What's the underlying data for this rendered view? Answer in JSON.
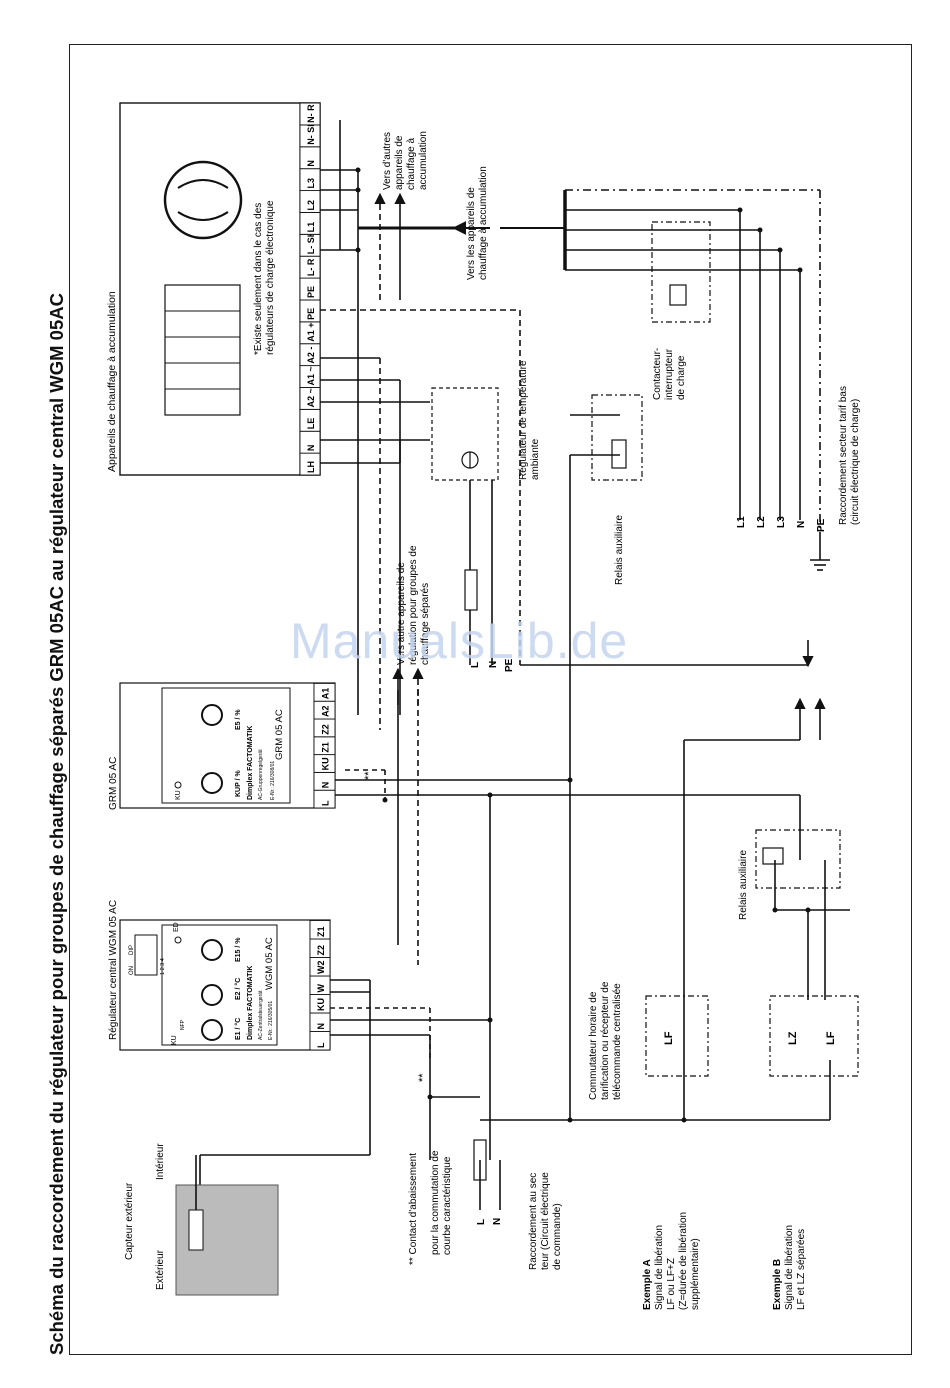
{
  "title": "Schéma du raccordement du régulateur pour groupes de chauffage séparés GRM 05AC au régulateur central WGM 05AC",
  "watermark": "ManualsLib.de",
  "heater": {
    "title": "Appareils de chauffage à accumulation",
    "footnote_line1": "*Existe seulement dans le cas des",
    "footnote_line2": "régulateurs de charge électronique",
    "terminals": [
      "LH",
      "N",
      "LE",
      "A2 ~",
      "A1 ~",
      "A2 -",
      "A1 +",
      "PE",
      "PE",
      "L- R",
      "L- SH",
      "L1",
      "L2",
      "L3",
      "N",
      "N- SH",
      "N- R"
    ]
  },
  "labels": {
    "vers_autres_1": "Vers d'autres",
    "vers_autres_2": "appareils de",
    "vers_autres_3": "chauffage à",
    "vers_autres_4": "accumulation",
    "vers_appareils_1": "Vers les appareils de",
    "vers_appareils_2": "chauffage à accumulation",
    "regulateur_temp_1": "Régulateur de température",
    "regulateur_temp_2": "ambiante",
    "contacteur_1": "Contacteur-",
    "contacteur_2": "interrupteur",
    "contacteur_3": "de charge",
    "relais_aux": "Relais auxiliaire",
    "relais_aux_2": "Relais auxiliaire",
    "raccordement_1": "Raccordement secteur tarif bas",
    "raccordement_2": "(circuit électrique de charge)",
    "vers_autre_reg_1": "Vers autre appareils de",
    "vers_autre_reg_2": "régulation pour groupes de",
    "vers_autre_reg_3": "chauffage séparés",
    "grm_label": "GRM 05 AC",
    "wgm_label": "Régulateur central WGM 05 AC",
    "commutateur_1": "Commutateur horaire de",
    "commutateur_2": "tarification ou récepteur de",
    "commutateur_3": "télécommande centralisée",
    "contact_1": "** Contact d'abaissement",
    "contact_2": "pour la commutation de",
    "contact_3": "courbe caractéristique",
    "sec_1": "Raccordement au sec",
    "sec_2": "teur (Circuit électrique",
    "sec_3": "de commande)",
    "capteur": "Capteur extérieur",
    "exterieur": "Extérieur",
    "interieur": "Intérieur",
    "exA_title": "Exemple A",
    "exA_1": "Signal de libération",
    "exA_2": "LF ou LF+Z",
    "exA_3": "(Z=durée de libération",
    "exA_4": "supplémentaire)",
    "exB_title": "Exemple B",
    "exB_1": "Signal de libération",
    "exB_2": "LF et LZ séparées",
    "lf": "LF",
    "lz": "LZ",
    "lf_b": "LF",
    "L": "L",
    "N": "N",
    "L_mid": "L",
    "N_mid": "N",
    "PE_mid": "PE",
    "mains": [
      "L1",
      "L2",
      "L3",
      "N",
      "PE"
    ],
    "star2": "**",
    "star2b": "**"
  },
  "grm": {
    "brand": "Dimplex FACTOMATIK",
    "subtitle": "AC-Gruppenregelgerät",
    "enr": "E-Nr.: 216/308/01",
    "model": "GRM 05 AC",
    "knob1": "KUP / %",
    "knob2": "E5 / %",
    "ku": "KU",
    "terminals": [
      "L",
      "N",
      "KU",
      "Z1",
      "Z2",
      "A2",
      "A1"
    ]
  },
  "wgm": {
    "brand": "Dimplex FACTOMATIK",
    "subtitle": "AC-Zentralsteuergerät",
    "enr": "E-Nr.: 216/305/01",
    "model": "WGM 05 AC",
    "knob1": "E1 / °C",
    "knob2": "E2 / °C",
    "knob3": "E15 / %",
    "ku": "KU",
    "nfp": "NFP",
    "ed": "ED",
    "dip_on": "ON",
    "dip": "DIP",
    "dip_nums": "1 2 3 4",
    "terminals": [
      "L",
      "N",
      "KU",
      "W",
      "W2",
      "Z2",
      "Z1"
    ]
  }
}
